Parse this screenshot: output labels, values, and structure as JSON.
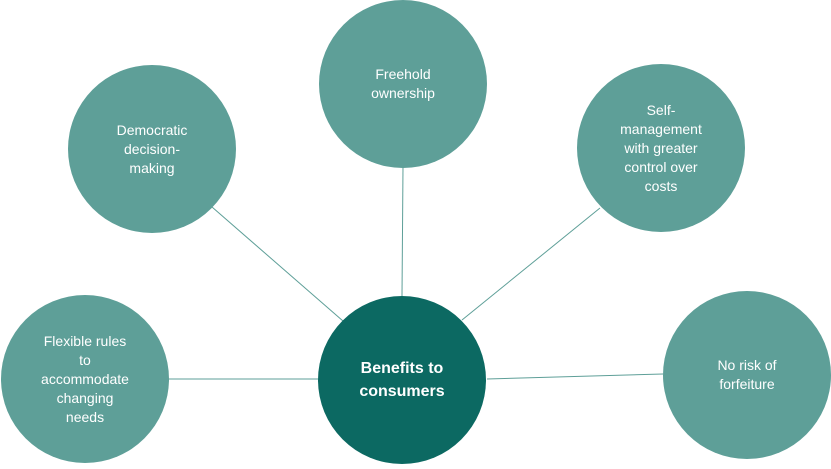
{
  "diagram": {
    "center": {
      "label": "Benefits to\nconsumers"
    },
    "nodes": [
      {
        "label": "Freehold\nownership"
      },
      {
        "label": "Democratic\ndecision-\nmaking"
      },
      {
        "label": "Self-\nmanagement\nwith greater\ncontrol over\ncosts"
      },
      {
        "label": "Flexible rules\nto\naccommodate\nchanging\nneeds"
      },
      {
        "label": "No risk of\nforfeiture"
      }
    ]
  },
  "colors": {
    "outer_node": "#5e9f98",
    "center_node": "#0c6962",
    "connector": "#5e9f98",
    "text": "#ffffff"
  }
}
